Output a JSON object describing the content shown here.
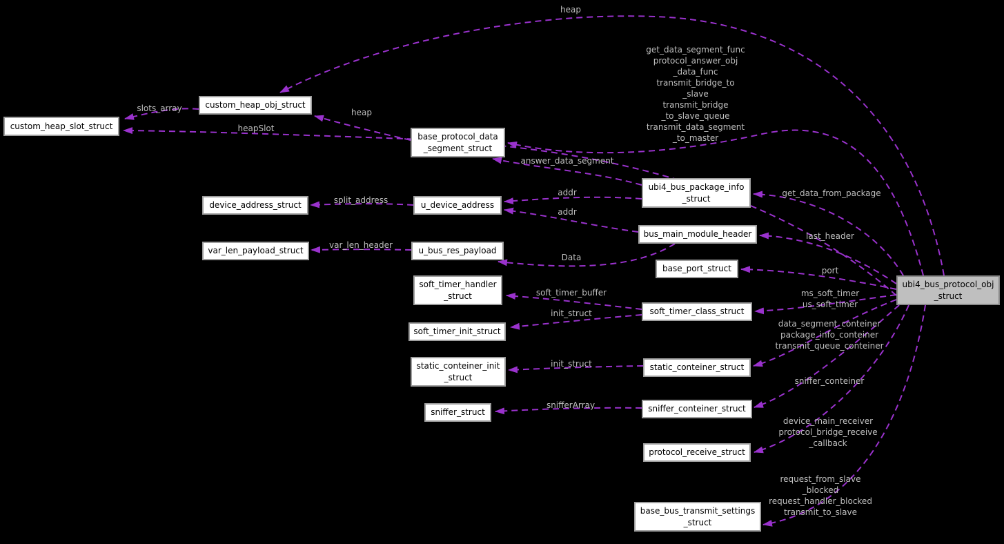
{
  "nodes": {
    "custom_heap_slot_struct": "custom_heap_slot_struct",
    "custom_heap_obj_struct": "custom_heap_obj_struct",
    "base_protocol_data_segment_struct": "base_protocol_data\n_segment_struct",
    "device_address_struct": "device_address_struct",
    "u_device_address": "u_device_address",
    "var_len_payload_struct": "var_len_payload_struct",
    "u_bus_res_payload": "u_bus_res_payload",
    "soft_timer_handler_struct": "soft_timer_handler\n_struct",
    "soft_timer_init_struct": "soft_timer_init_struct",
    "static_conteiner_init_struct": "static_conteiner_init\n_struct",
    "sniffer_struct": "sniffer_struct",
    "ubi4_bus_package_info_struct": "ubi4_bus_package_info\n_struct",
    "bus_main_module_header": "bus_main_module_header",
    "base_port_struct": "base_port_struct",
    "soft_timer_class_struct": "soft_timer_class_struct",
    "static_conteiner_struct": "static_conteiner_struct",
    "sniffer_conteiner_struct": "sniffer_conteiner_struct",
    "protocol_receive_struct": "protocol_receive_struct",
    "base_bus_transmit_settings_struct": "base_bus_transmit_settings\n_struct",
    "ubi4_bus_protocol_obj_struct": "ubi4_bus_protocol_obj\n_struct"
  },
  "edge_labels": {
    "heap_top": "heap",
    "heap_mid": "heap",
    "slots_array": "slots_array",
    "heapslot": "heapSlot",
    "protocol_funcs": "get_data_segment_func\nprotocol_answer_obj\n_data_func\ntransmit_bridge_to\n_slave\ntransmit_bridge\n_to_slave_queue\ntransmit_data_segment\n_to_master",
    "answer_data_segment": "answer_data_segment",
    "addr_upper": "addr",
    "addr_lower": "addr",
    "split_address": "split_address",
    "var_len_header": "var_len_header",
    "data": "Data",
    "get_data_from_package": "get_data_from_package",
    "last_header": "last_header",
    "port": "port",
    "soft_timers": "ms_soft_timer\nus_soft_timer",
    "soft_timer_buffer": "soft_timer_buffer",
    "init_struct_timer": "init_struct",
    "conteiners": "data_segment_conteiner\npackage_info_conteiner\ntransmit_queue_conteiner",
    "init_struct_static": "init_struct",
    "sniffer_conteiner": "sniffer_conteiner",
    "sniffer_array": "snifferArray",
    "receive_callbacks": "device_main_receiver\nprotocol_bridge_receive\n_callback",
    "transmit_settings": "request_from_slave\n_blocked\nrequest_handler_blocked\ntransmit_to_slave"
  },
  "colors": {
    "background": "#000000",
    "edge": "#9a32cd",
    "edge_label": "#bfbfbf",
    "node_fill": "#ffffff",
    "node_border": "#9e9e9e",
    "node_text": "#000000",
    "highlight_fill": "#bfbfbf"
  }
}
